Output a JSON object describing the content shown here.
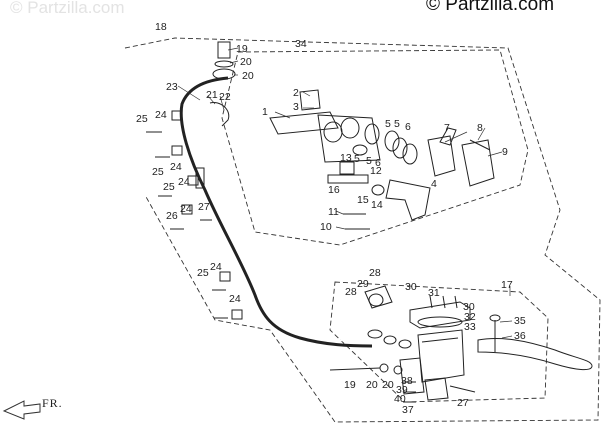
{
  "watermarks": {
    "faint": "© Partzilla.com",
    "main": "© Partzilla.com"
  },
  "direction_label": "FR.",
  "callouts": [
    "18",
    "19",
    "20",
    "20",
    "21",
    "22",
    "23",
    "24",
    "25",
    "24",
    "25",
    "24",
    "25",
    "24",
    "26",
    "27",
    "24",
    "25",
    "24",
    "34",
    "1",
    "2",
    "3",
    "5",
    "5",
    "6",
    "7",
    "8",
    "9",
    "12",
    "13",
    "5",
    "5",
    "6",
    "4",
    "16",
    "15",
    "14",
    "11",
    "10",
    "28",
    "29",
    "28",
    "30",
    "31",
    "17",
    "30",
    "32",
    "33",
    "35",
    "36",
    "19",
    "20",
    "20",
    "38",
    "39",
    "40",
    "37",
    "27"
  ],
  "colors": {
    "line": "#222222",
    "dash": "#333333",
    "faint": "#e3e3e3"
  }
}
